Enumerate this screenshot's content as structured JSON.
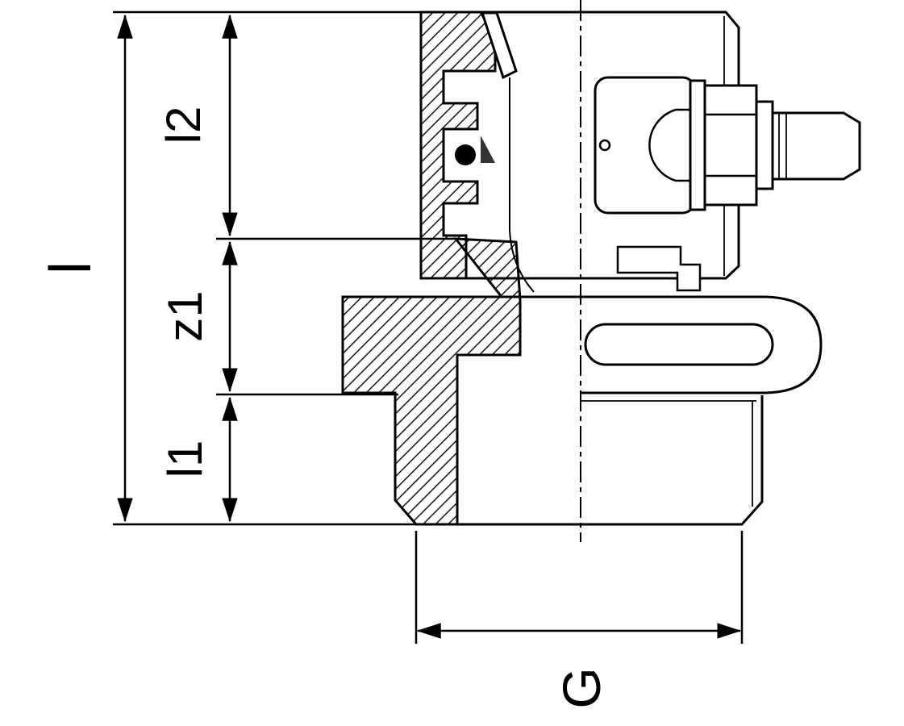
{
  "diagram": {
    "type": "technical-drawing",
    "colors": {
      "line": "#000000",
      "background": "#ffffff"
    },
    "dimensions": {
      "overall_length": {
        "label": "l"
      },
      "upper_length": {
        "label": "l2"
      },
      "engagement": {
        "label": "z1"
      },
      "lower_length": {
        "label": "l1"
      },
      "thread_size": {
        "label": "G"
      }
    }
  }
}
